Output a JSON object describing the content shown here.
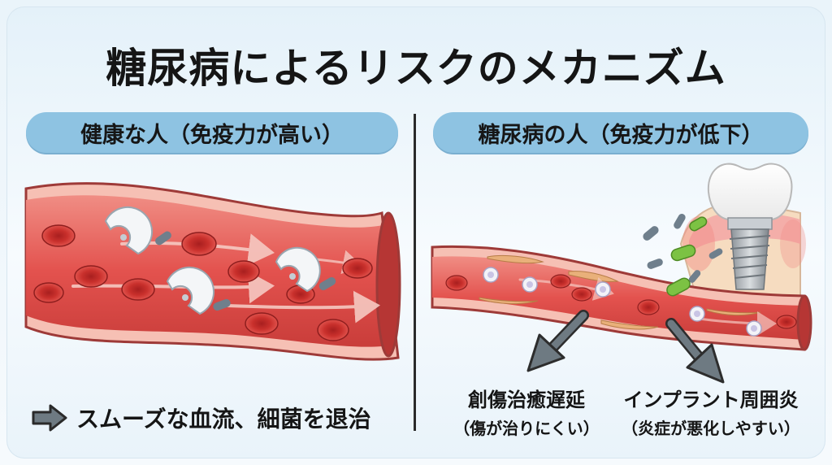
{
  "title": "糖尿病によるリスクのメカニズム",
  "left_panel": {
    "heading": "健康な人（免疫力が高い）",
    "caption": "スムーズな血流、細菌を退治"
  },
  "right_panel": {
    "heading": "糖尿病の人（免疫力が低下）",
    "risk_a": {
      "title": "創傷治癒遅延",
      "subtitle": "（傷が治りにくい）"
    },
    "risk_b": {
      "title": "インプラント周囲炎",
      "subtitle": "（炎症が悪化しやすい）"
    }
  },
  "colors": {
    "vessel": "#e0524f",
    "vessel_wall": "#f3b3a8",
    "rbc": "#c8332f",
    "heading_pill": "#8ec3e2",
    "arrow": "#6e7a82"
  }
}
